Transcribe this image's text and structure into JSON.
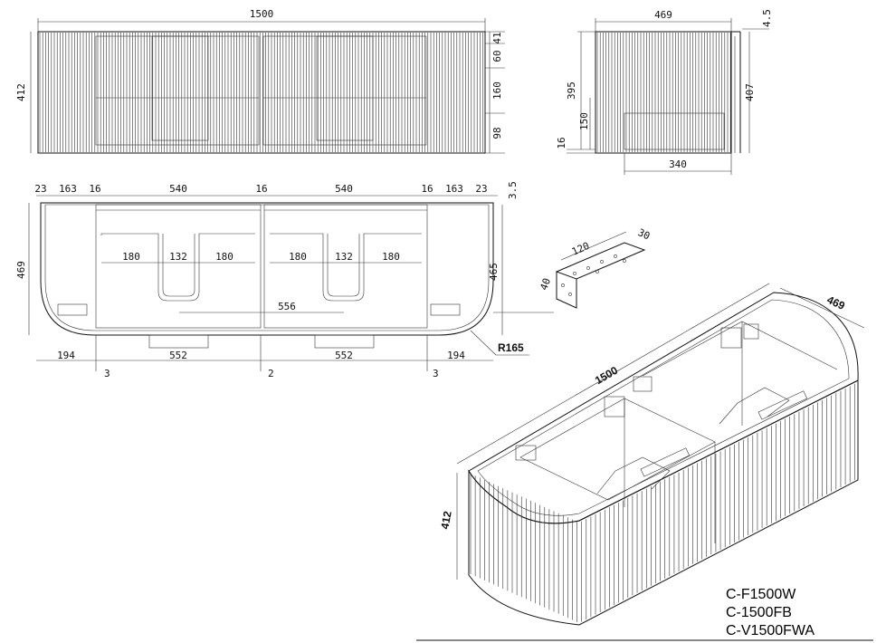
{
  "front_view": {
    "overall_width": "1500",
    "height": "412",
    "right_dims": [
      "41",
      "60",
      "160",
      "98"
    ]
  },
  "side_view": {
    "depth": "469",
    "thickness_top": "4.5",
    "inner_height": "395",
    "outer_height": "407",
    "sub_height": "150",
    "base": "16",
    "base_width": "340"
  },
  "plan_view": {
    "top_dims": [
      "23",
      "163",
      "16",
      "540",
      "16",
      "540",
      "16",
      "163",
      "23"
    ],
    "top_right": "3.5",
    "left_depth": "469",
    "right_depth": "465",
    "drawer_cutouts": [
      "180",
      "132",
      "180",
      "180",
      "132",
      "180"
    ],
    "center_span": "556",
    "bottom_dims": [
      "194",
      "552",
      "552",
      "194"
    ],
    "gaps": [
      "3",
      "2",
      "3"
    ],
    "radius": "R165"
  },
  "bracket": {
    "length": "120",
    "width": "30",
    "height": "40"
  },
  "iso_view": {
    "length": "1500",
    "depth": "469",
    "height": "412"
  },
  "models": [
    "C-F1500W",
    "C-1500FB",
    "C-V1500FWA"
  ]
}
